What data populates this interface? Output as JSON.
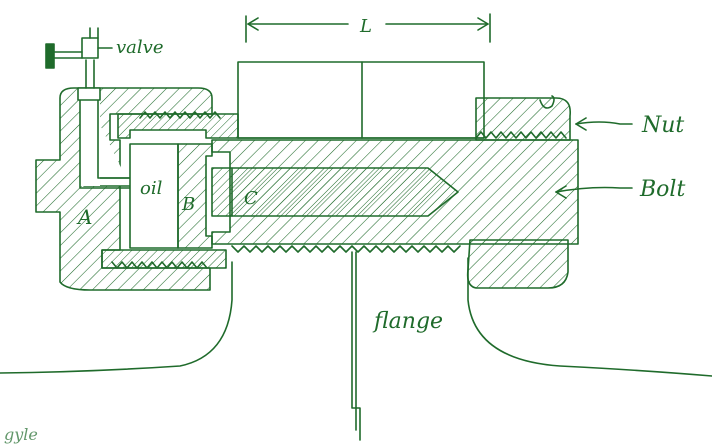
{
  "labels": {
    "length": "L",
    "valve": "valve",
    "nut": "Nut",
    "bolt": "Bolt",
    "oil": "oil",
    "part_a": "A",
    "part_b": "B",
    "part_c": "C",
    "flange": "flange",
    "corner_mark": "gyle"
  },
  "colors": {
    "ink": "#1f6b2b",
    "paper": "#ffffff"
  }
}
